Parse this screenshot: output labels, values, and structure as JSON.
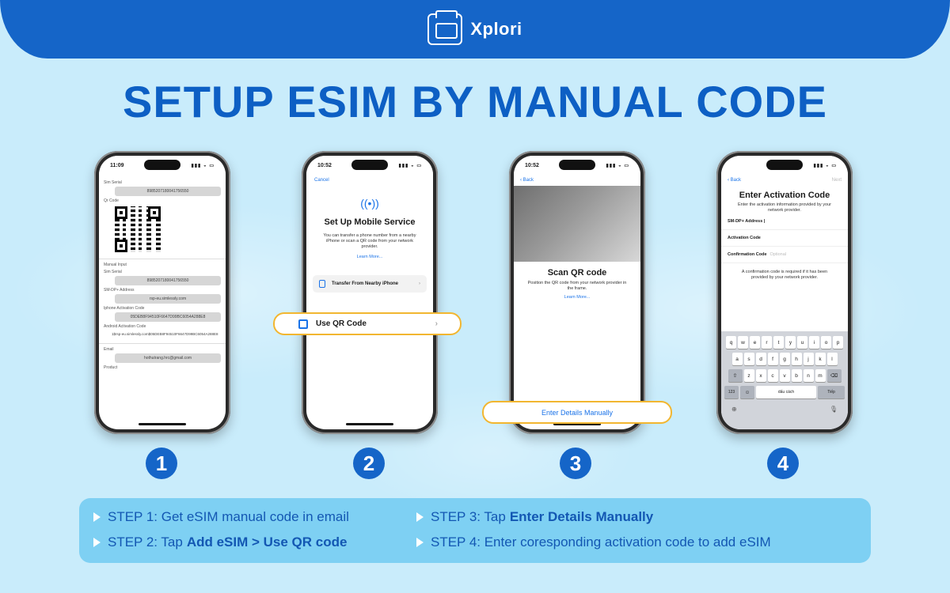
{
  "brand": {
    "name": "Xplori",
    "icon": "xplori-logo-icon"
  },
  "title": "SETUP ESIM BY MANUAL CODE",
  "phone1": {
    "time": "11:09",
    "sim_serial_label": "Sim Serial",
    "sim_serial_value": "8985207180041756550",
    "qr_label": "Qr Code",
    "manual_input_label": "Manual Input",
    "sim_serial_label2": "Sim Serial",
    "sim_serial_value2": "8985207180041756550",
    "smdp_label": "SM-DP+ Address",
    "smdp_value": "rsp-eu.simlessly.com",
    "iphone_code_label": "Iphone Activation Code",
    "iphone_code_value": "05DEB8F94510F6647D99BC6054A288E8",
    "android_code_label": "Android Activation Code",
    "android_code_value": "1$rsp-eu.simlessly.com$05DEB8F94510F6647D99BC6054A288E8",
    "email_label": "Email",
    "email_value": "hothutrang.hrc@gmail.com",
    "product_label": "Product"
  },
  "phone2": {
    "time": "10:52",
    "cancel": "Cancel",
    "heading": "Set Up Mobile Service",
    "description": "You can transfer a phone number from a nearby iPhone or scan a QR code from your network provider.",
    "learn_more": "Learn More...",
    "transfer": "Transfer From Nearby iPhone",
    "use_qr": "Use QR Code"
  },
  "phone3": {
    "time": "10:52",
    "back": "Back",
    "heading": "Scan QR code",
    "description": "Position the QR code from your network provider in the frame.",
    "learn_more": "Learn More...",
    "enter_manually": "Enter Details Manually"
  },
  "phone4": {
    "back": "Back",
    "next": "Next",
    "heading": "Enter Activation Code",
    "description": "Enter the activation information provided by your network provider.",
    "field_smdp": "SM-DP+ Address",
    "field_activation": "Activation Code",
    "field_confirmation": "Confirmation Code",
    "optional": "Optional",
    "note": "A confirmation code is required if it has been provided by your network provider.",
    "keyboard": {
      "row1": [
        "q",
        "w",
        "e",
        "r",
        "t",
        "y",
        "u",
        "i",
        "o",
        "p"
      ],
      "row2": [
        "a",
        "s",
        "d",
        "f",
        "g",
        "h",
        "j",
        "k",
        "l"
      ],
      "row3": [
        "z",
        "x",
        "c",
        "v",
        "b",
        "n",
        "m"
      ],
      "num": "123",
      "space": "dấu cách",
      "return": "Tiếp"
    }
  },
  "numbers": [
    "1",
    "2",
    "3",
    "4"
  ],
  "steps": {
    "s1": "STEP 1: Get eSIM manual code in email",
    "s2_prefix": "STEP 2: Tap",
    "s2_bold": "Add eSIM > Use QR code",
    "s3_prefix": "STEP 3: Tap",
    "s3_bold": "Enter Details Manually",
    "s4": "STEP 4: Enter coresponding activation code to add eSIM"
  },
  "colors": {
    "primary": "#1565c8",
    "background": "#c9ecfb",
    "highlight": "#f2b630",
    "steps_panel": "#7ed0f3"
  }
}
